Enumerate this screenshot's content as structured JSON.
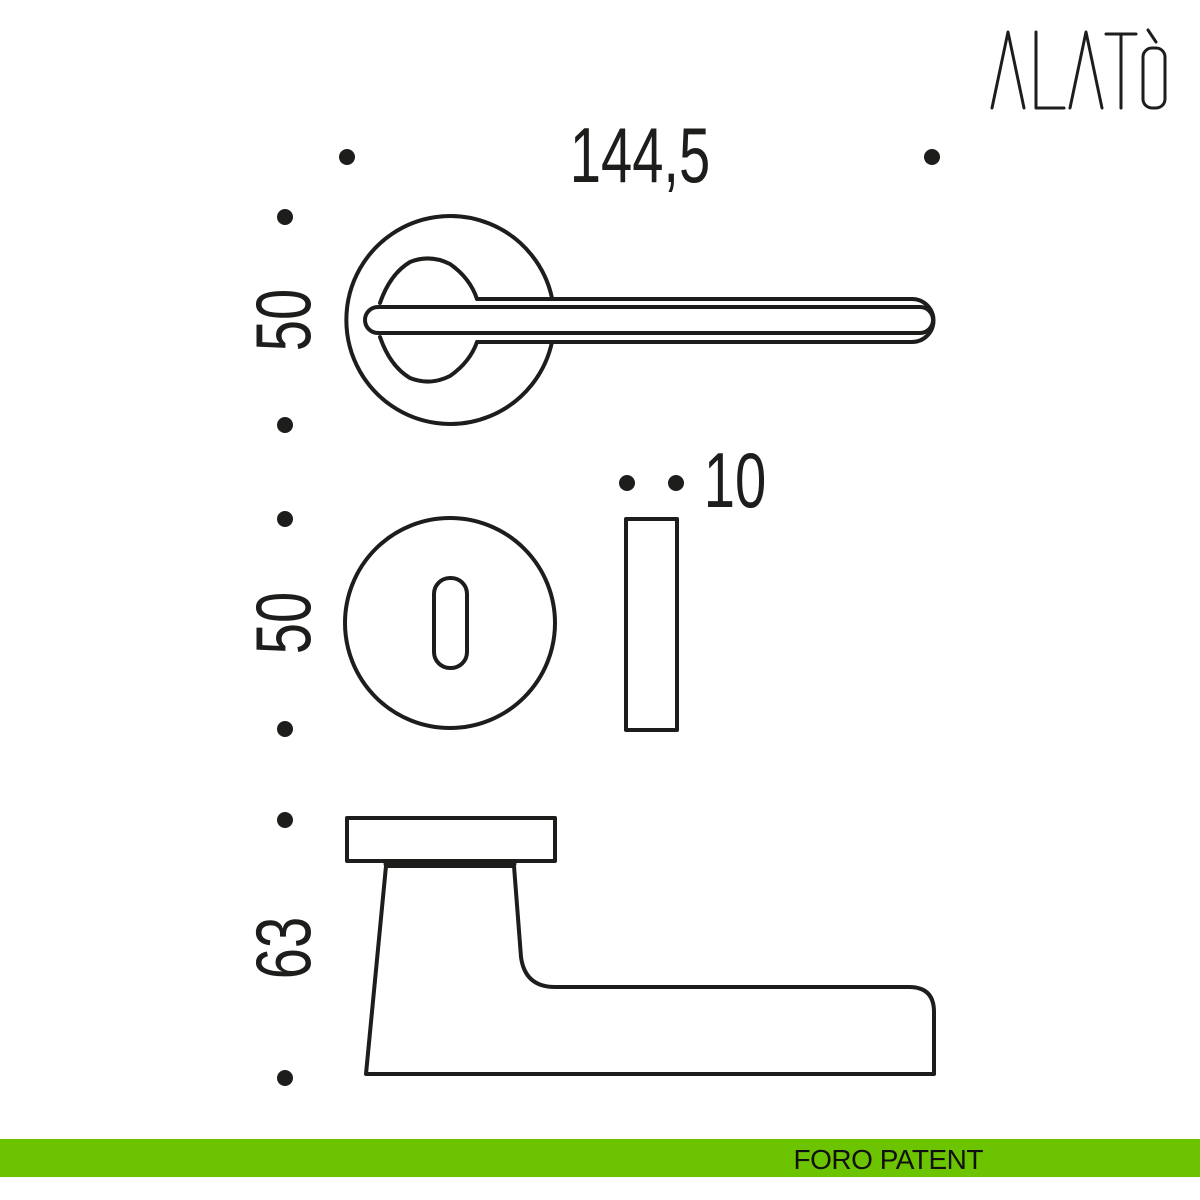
{
  "brand": {
    "logo_text": "ALATÒ"
  },
  "dimensions": {
    "total_width": "144,5",
    "rose_height": "50",
    "escutcheon_height": "50",
    "handle_projection": "63",
    "escutcheon_thickness": "10"
  },
  "footer": {
    "label": "FORO PATENT",
    "color": "#6cc400"
  },
  "colors": {
    "line": "#1d1d1b"
  }
}
